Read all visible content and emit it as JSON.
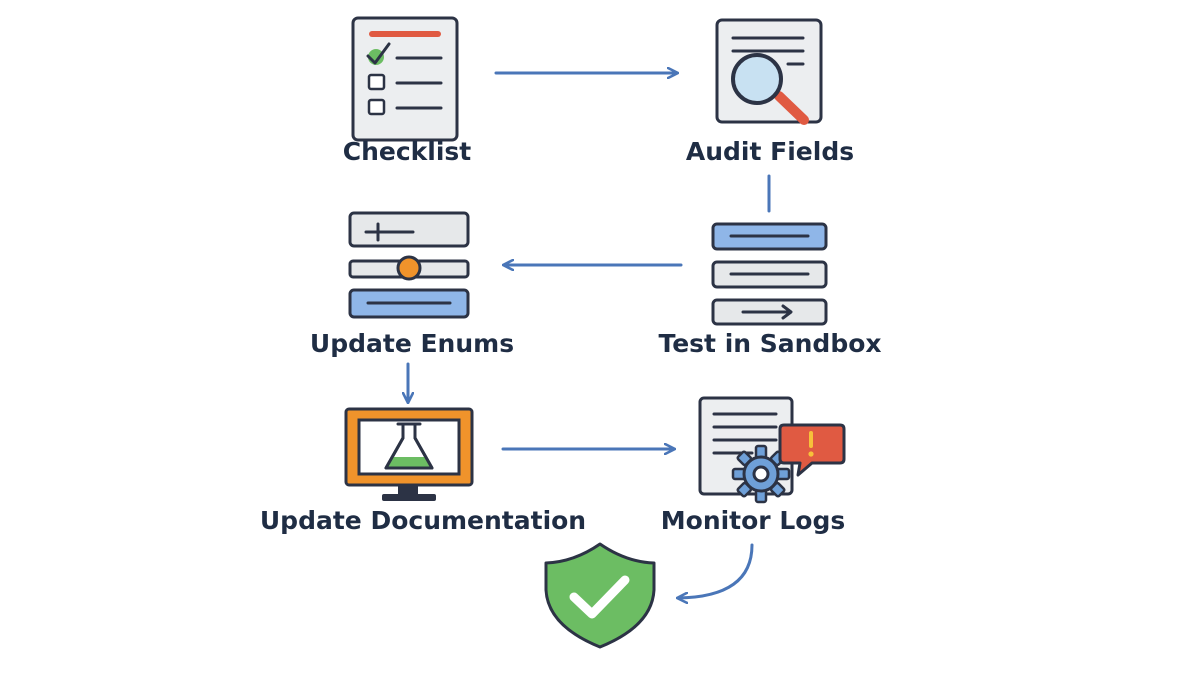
{
  "steps": {
    "checklist": "Checklist",
    "audit_fields": "Audit Fields",
    "test_sandbox": "Test in Sandbox",
    "update_enums": "Update Enums",
    "update_documentation": "Update Documentation",
    "monitor_logs": "Monitor Logs"
  },
  "colors": {
    "arrow": "#4a76b8",
    "outline": "#2c3345",
    "accent_red": "#e05a42",
    "accent_green": "#6cbd63",
    "accent_orange": "#f0932b",
    "accent_blue": "#8fb6e8",
    "panel_gray": "#e6e8ea"
  }
}
